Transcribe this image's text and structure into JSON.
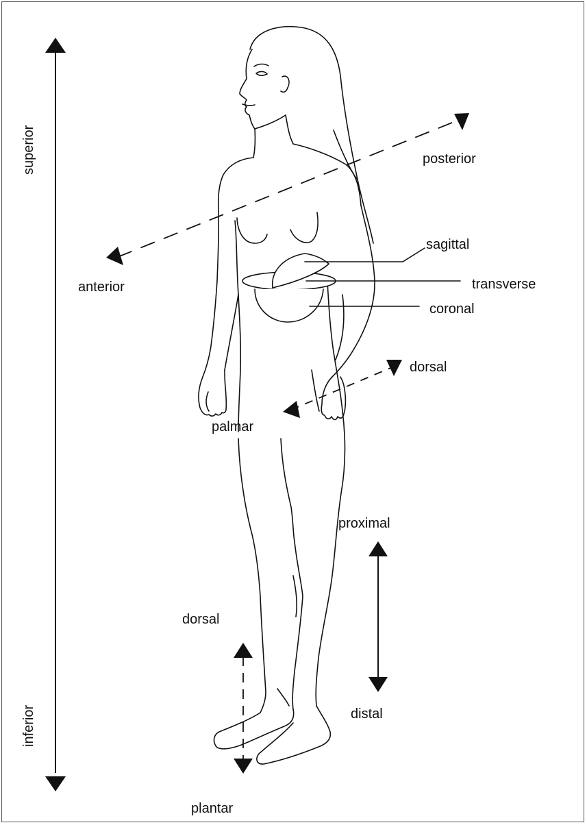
{
  "labels": {
    "superior": "superior",
    "inferior": "inferior",
    "posterior": "posterior",
    "anterior": "anterior",
    "sagittal": "sagittal",
    "transverse": "transverse",
    "coronal": "coronal",
    "dorsal_hand": "dorsal",
    "palmar": "palmar",
    "proximal": "proximal",
    "distal": "distal",
    "dorsal_foot": "dorsal",
    "plantar": "plantar"
  },
  "colors": {
    "line": "#111111",
    "background": "#ffffff",
    "frame": "#555555"
  },
  "icons": [
    "superior-arrow-icon",
    "inferior-arrow-icon",
    "anterior-arrow-icon",
    "posterior-arrow-icon",
    "dorsal-arrow-icon",
    "palmar-arrow-icon",
    "proximal-arrow-icon",
    "distal-arrow-icon",
    "foot-dorsal-arrow-icon",
    "plantar-arrow-icon"
  ]
}
